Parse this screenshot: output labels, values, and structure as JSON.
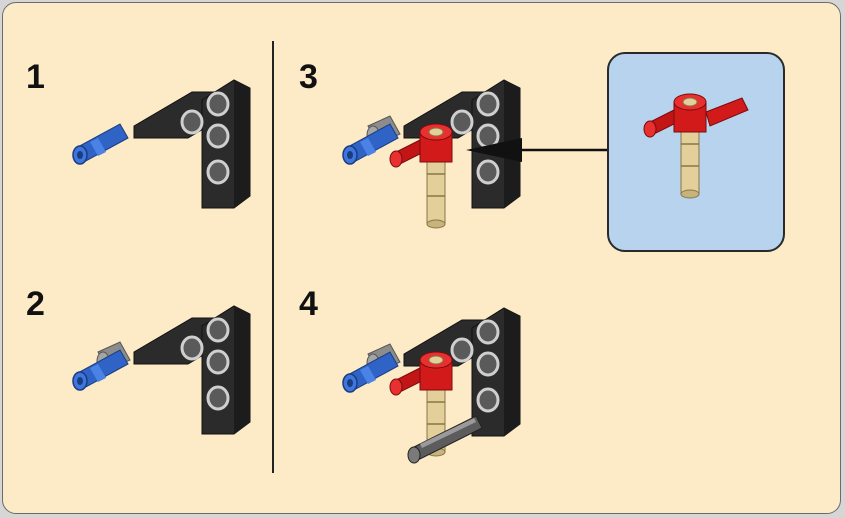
{
  "steps": [
    {
      "number": "1"
    },
    {
      "number": "2"
    },
    {
      "number": "3"
    },
    {
      "number": "4"
    }
  ],
  "colors": {
    "background": "#fdebc8",
    "callout_background": "#b7d3ee",
    "beam": "#2b2b2b",
    "pin_blue": "#2f63c6",
    "connector_red": "#d21a1a",
    "axle_tan": "#e2cf9a",
    "axle_gray": "#5c5c5c"
  },
  "icons": [
    "lego-beam-icon",
    "blue-pin-icon",
    "red-connector-icon",
    "tan-axle-icon",
    "gray-axle-icon",
    "arrow-icon"
  ]
}
